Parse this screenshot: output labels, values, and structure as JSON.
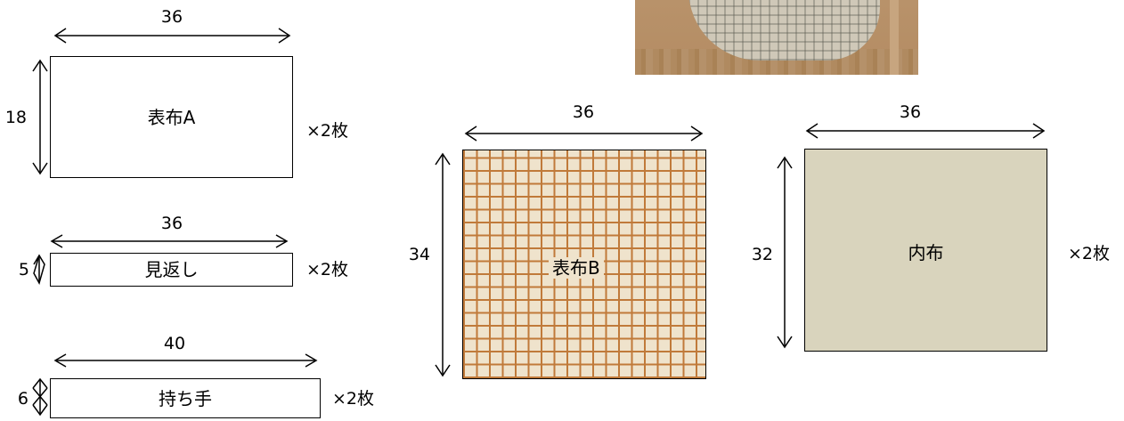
{
  "diagram": {
    "pieces": [
      {
        "name": "表布A",
        "width": "36",
        "height": "18",
        "count": "×2枚"
      },
      {
        "name": "見返し",
        "width": "36",
        "height": "5",
        "count": "×2枚"
      },
      {
        "name": "持ち手",
        "width": "40",
        "height": "6",
        "count": "×2枚"
      },
      {
        "name": "表布B",
        "width": "36",
        "height": "34",
        "count": ""
      },
      {
        "name": "内布",
        "width": "36",
        "height": "32",
        "count": "×2枚"
      }
    ],
    "photo": {
      "icon": "bag-photo-icon",
      "description_hidden": true
    },
    "colors": {
      "line": "#000000",
      "plaid_line": "#c07a3a",
      "plaid_bg": "#efe3cc",
      "lining": "#d9d4bd"
    }
  }
}
